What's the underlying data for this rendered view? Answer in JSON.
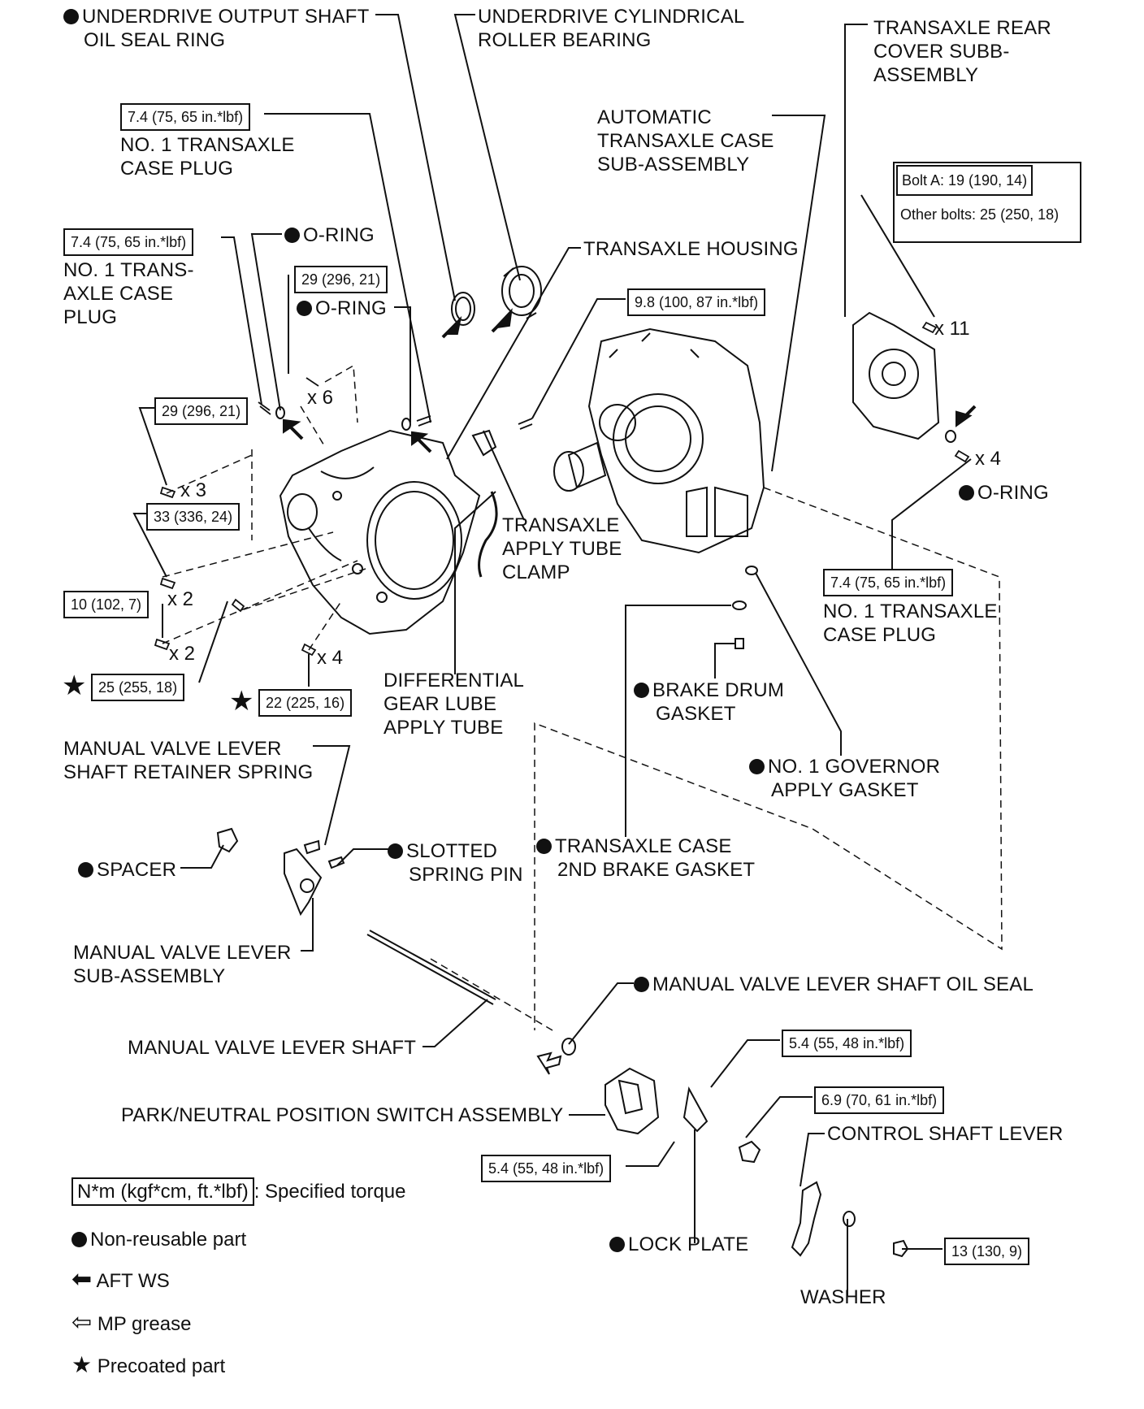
{
  "labels": {
    "ud_seal_1": "UNDERDRIVE OUTPUT SHAFT",
    "ud_seal_2": "OIL SEAL RING",
    "ud_bearing_1": "UNDERDRIVE CYLINDRICAL",
    "ud_bearing_2": "ROLLER BEARING",
    "rear_cover_1": "TRANSAXLE REAR",
    "rear_cover_2": "COVER SUBB-",
    "rear_cover_3": "ASSEMBLY",
    "plug_top_1": "NO. 1 TRANSAXLE",
    "plug_top_2": "CASE PLUG",
    "case_1": "AUTOMATIC",
    "case_2": "TRANSAXLE CASE",
    "case_3": "SUB-ASSEMBLY",
    "oring": "O-RING",
    "plug_left_1": "NO. 1 TRANS-",
    "plug_left_2": "AXLE CASE",
    "plug_left_3": "PLUG",
    "housing": "TRANSAXLE HOUSING",
    "clamp_1": "TRANSAXLE",
    "clamp_2": "APPLY TUBE",
    "clamp_3": "CLAMP",
    "plug_right_1": "NO. 1 TRANSAXLE",
    "plug_right_2": "CASE PLUG",
    "diff_1": "DIFFERENTIAL",
    "diff_2": "GEAR LUBE",
    "diff_3": "APPLY TUBE",
    "brake_drum_1": "BRAKE DRUM",
    "brake_drum_2": "GASKET",
    "governor_1": "NO. 1 GOVERNOR",
    "governor_2": "APPLY GASKET",
    "retainer_1": "MANUAL VALVE LEVER",
    "retainer_2": "SHAFT RETAINER SPRING",
    "spacer": "SPACER",
    "slotted_1": "SLOTTED",
    "slotted_2": "SPRING PIN",
    "brake2_1": "TRANSAXLE CASE",
    "brake2_2": "2ND BRAKE GASKET",
    "lever_sub_1": "MANUAL VALVE LEVER",
    "lever_sub_2": "SUB-ASSEMBLY",
    "oil_seal": "MANUAL VALVE LEVER SHAFT OIL SEAL",
    "lever_shaft": "MANUAL VALVE LEVER SHAFT",
    "pn_switch": "PARK/NEUTRAL POSITION SWITCH ASSEMBLY",
    "control_lever": "CONTROL SHAFT LEVER",
    "lock_plate": "LOCK PLATE",
    "washer": "WASHER"
  },
  "torques": {
    "t_plug_top": "7.4 (75, 65 in.*lbf)",
    "t_plug_left": "7.4 (75, 65 in.*lbf)",
    "t_29_a": "29 (296, 21)",
    "t_29_b": "29 (296, 21)",
    "t_33": "33 (336, 24)",
    "t_10": "10 (102, 7)",
    "t_25": "25 (255, 18)",
    "t_22": "22 (225, 16)",
    "t_98": "9.8 (100, 87 in.*lbf)",
    "t_plug_right": "7.4 (75, 65 in.*lbf)",
    "t_bolt_a": "Bolt A: 19 (190, 14)",
    "t_other": "Other bolts: 25 (250, 18)",
    "t_54_a": "5.4 (55, 48 in.*lbf)",
    "t_54_b": "5.4 (55, 48 in.*lbf)",
    "t_69": "6.9 (70, 61 in.*lbf)",
    "t_13": "13 (130, 9)"
  },
  "multipliers": {
    "x6": "x 6",
    "x3": "x 3",
    "x2_a": "x 2",
    "x2_b": "x 2",
    "x4_a": "x 4",
    "x11": "x 11",
    "x4_b": "x 4"
  },
  "legend": {
    "torque_unit": "N*m (kgf*cm, ft.*lbf)",
    "torque_desc": ": Specified torque",
    "non_reusable": "Non-reusable part",
    "aft_ws": "AFT WS",
    "mp_grease": "MP grease",
    "precoated": "Precoated part"
  },
  "symbols": {
    "star": "★",
    "arrow_filled": "⬅",
    "arrow_open": "⇦"
  },
  "colors": {
    "ink": "#111111",
    "paper": "#ffffff"
  }
}
